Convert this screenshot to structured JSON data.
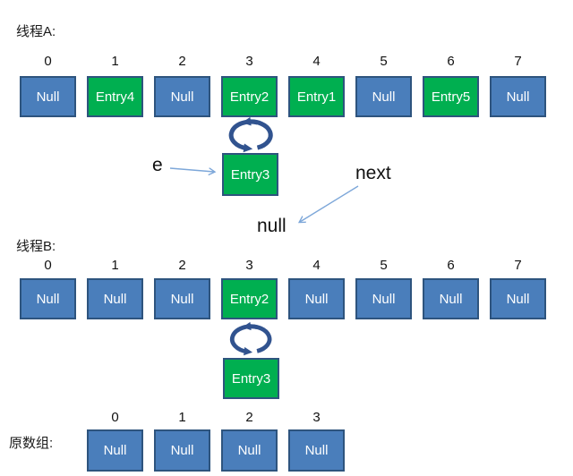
{
  "colors": {
    "cell_blue": "#4a7ebb",
    "cell_green": "#00af50",
    "cell_border": "#2e547e",
    "cycle_arrow": "#31538f",
    "pointer_arrow": "#7da7d9"
  },
  "thread_a": {
    "label": "线程A:",
    "indexes": [
      "0",
      "1",
      "2",
      "3",
      "4",
      "5",
      "6",
      "7"
    ],
    "cells": [
      {
        "label": "Null",
        "type": "null"
      },
      {
        "label": "Entry4",
        "type": "entry"
      },
      {
        "label": "Null",
        "type": "null"
      },
      {
        "label": "Entry2",
        "type": "entry"
      },
      {
        "label": "Entry1",
        "type": "entry"
      },
      {
        "label": "Null",
        "type": "null"
      },
      {
        "label": "Entry5",
        "type": "entry"
      },
      {
        "label": "Null",
        "type": "null"
      }
    ],
    "cycle_icon": "cycle-arrows",
    "node": {
      "label": "Entry3",
      "type": "entry"
    },
    "pointers": {
      "e_label": "e",
      "next_label": "next",
      "null_label": "null"
    }
  },
  "thread_b": {
    "label": "线程B:",
    "indexes": [
      "0",
      "1",
      "2",
      "3",
      "4",
      "5",
      "6",
      "7"
    ],
    "cells": [
      {
        "label": "Null",
        "type": "null"
      },
      {
        "label": "Null",
        "type": "null"
      },
      {
        "label": "Null",
        "type": "null"
      },
      {
        "label": "Entry2",
        "type": "entry"
      },
      {
        "label": "Null",
        "type": "null"
      },
      {
        "label": "Null",
        "type": "null"
      },
      {
        "label": "Null",
        "type": "null"
      },
      {
        "label": "Null",
        "type": "null"
      }
    ],
    "cycle_icon": "cycle-arrows",
    "node": {
      "label": "Entry3",
      "type": "entry"
    }
  },
  "original_array": {
    "label": "原数组:",
    "indexes": [
      "0",
      "1",
      "2",
      "3"
    ],
    "cells": [
      {
        "label": "Null",
        "type": "null"
      },
      {
        "label": "Null",
        "type": "null"
      },
      {
        "label": "Null",
        "type": "null"
      },
      {
        "label": "Null",
        "type": "null"
      }
    ]
  }
}
